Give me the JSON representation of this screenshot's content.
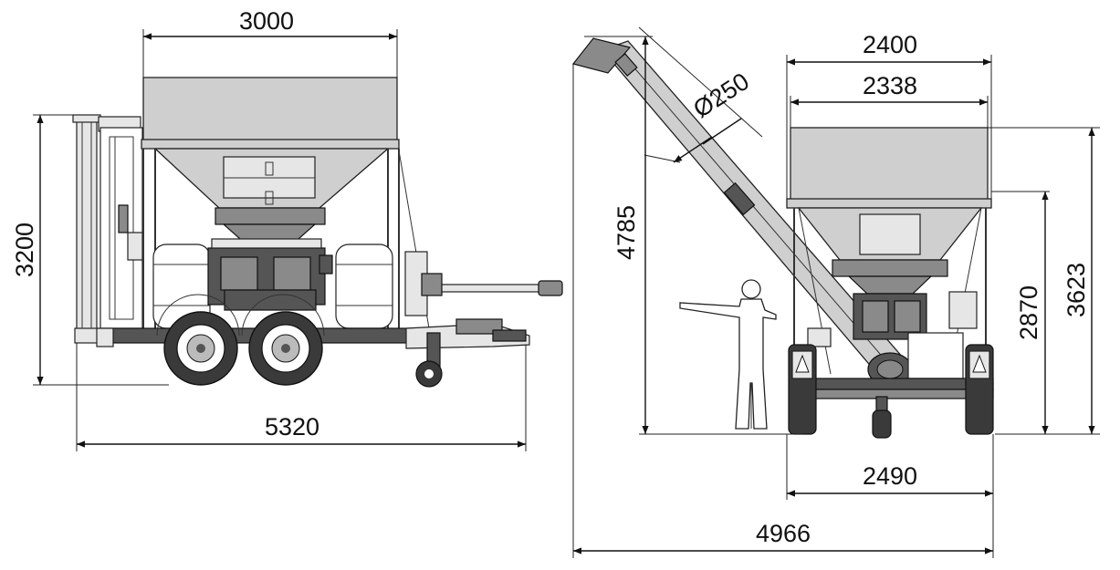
{
  "dimensions": {
    "side_length_top": "3000",
    "side_height": "3200",
    "side_length_total": "5320",
    "front_width_outer": "2400",
    "front_width_inner": "2338",
    "auger_diameter": "Ø250",
    "auger_height": "4785",
    "front_height_hopper": "2870",
    "front_height_total": "3623",
    "front_track_width": "2490",
    "front_total_width": "4966"
  },
  "colors": {
    "hopper": "#cfcfcf",
    "machinery": "#555555",
    "line": "#111111"
  }
}
